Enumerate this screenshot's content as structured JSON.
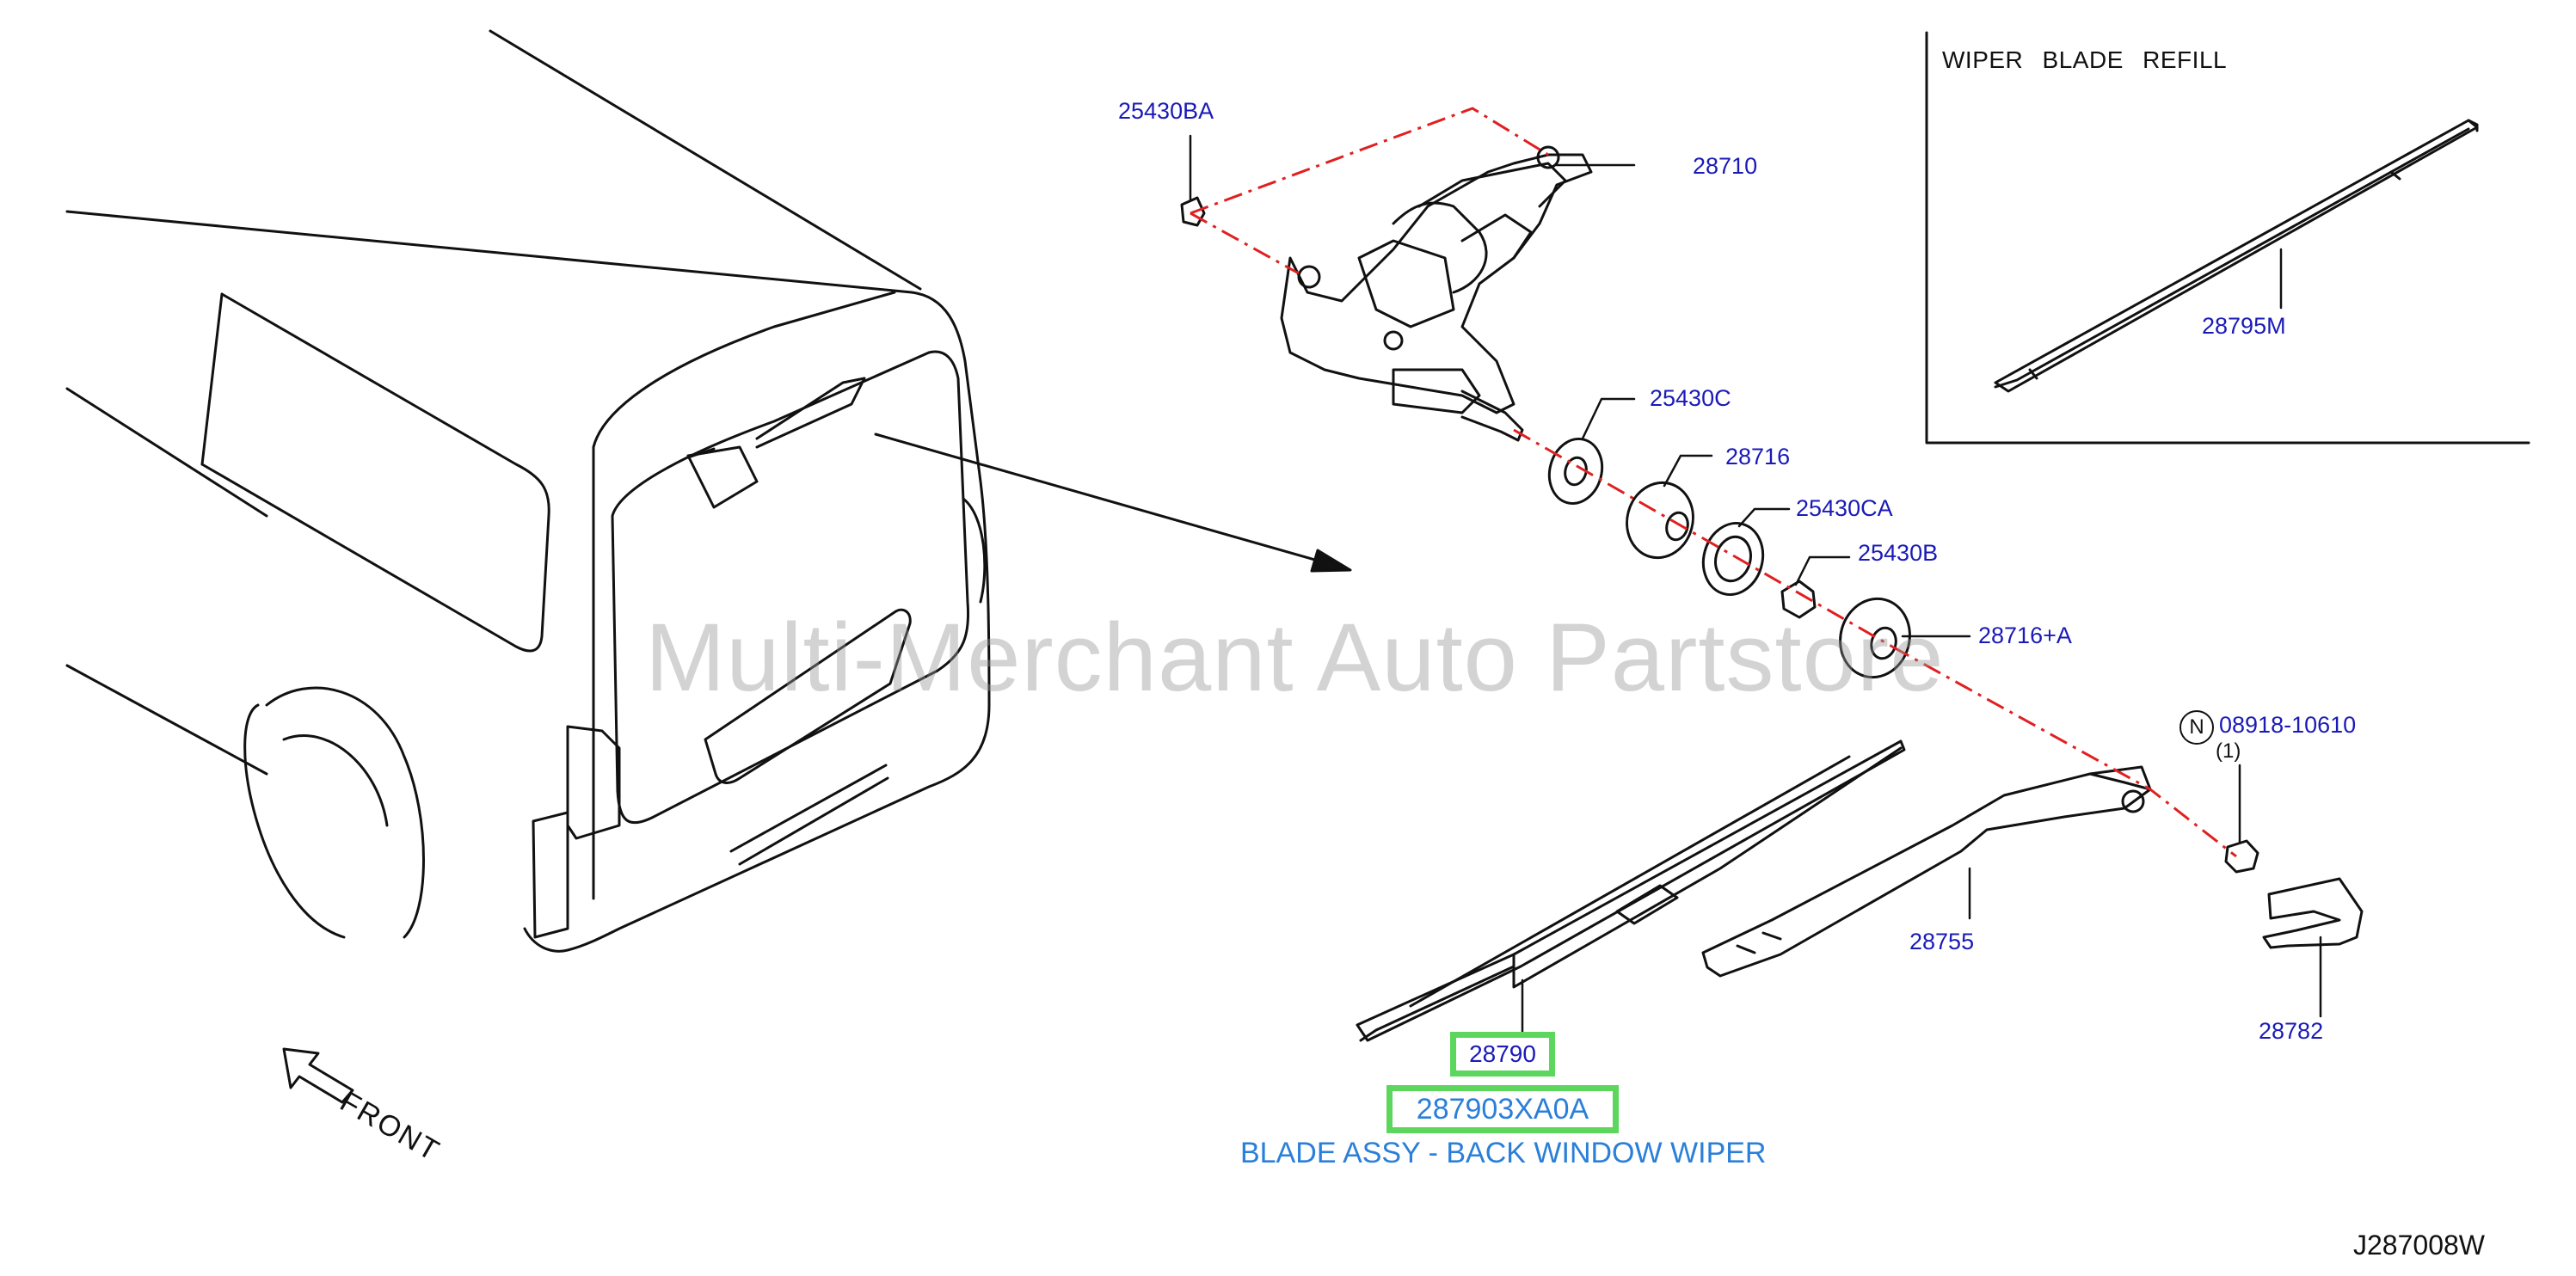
{
  "inset": {
    "title": "WIPER   BLADE   REFILL",
    "refill_part": "28795M"
  },
  "parts": [
    {
      "id": "25430BA"
    },
    {
      "id": "28710"
    },
    {
      "id": "25430C"
    },
    {
      "id": "28716"
    },
    {
      "id": "25430CA"
    },
    {
      "id": "25430B"
    },
    {
      "id": "28716+A"
    },
    {
      "id": "08918-10610"
    },
    {
      "id": "28755"
    },
    {
      "id": "28782"
    }
  ],
  "nut_marker": "N",
  "nut_qty": "(1)",
  "highlight": {
    "part_number": "28790",
    "oem_number": "287903XA0A",
    "description": "BLADE ASSY - BACK WINDOW WIPER"
  },
  "orientation_label": "FRONT",
  "diagram_code": "J287008W",
  "watermark": "Multi-Merchant Auto Partstore",
  "colors": {
    "label": "#1a1ab8",
    "highlight_border": "#5cd65c",
    "description": "#2a7fd9",
    "centerline": "#e02020"
  }
}
